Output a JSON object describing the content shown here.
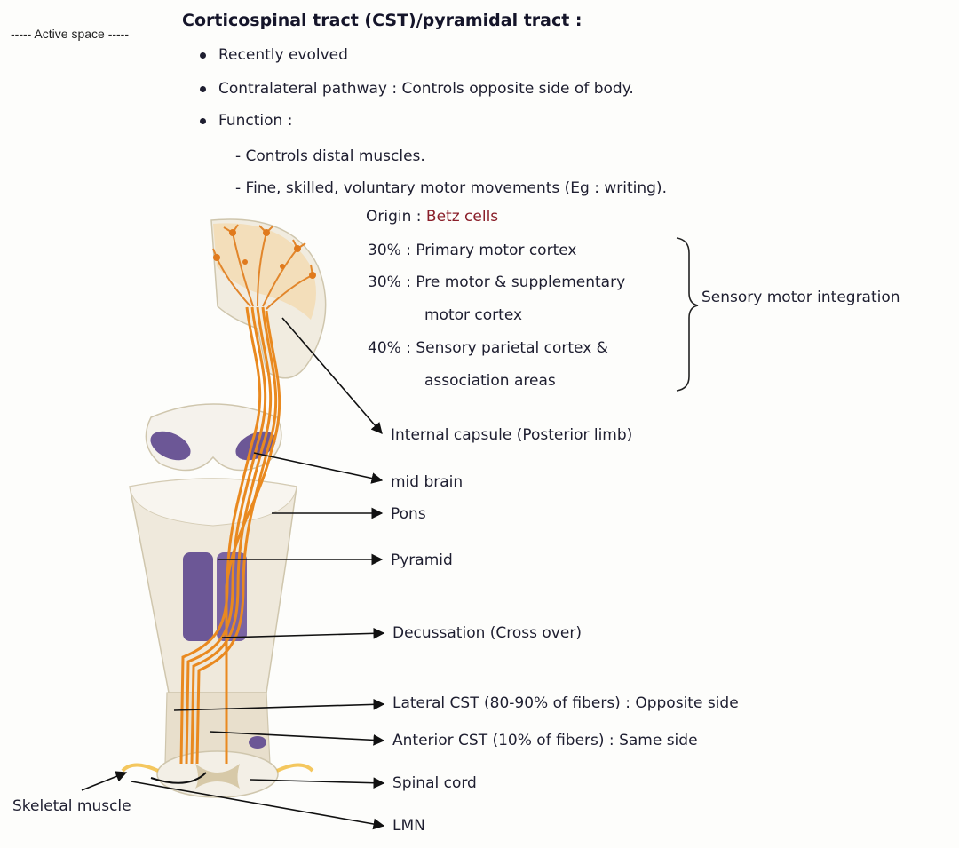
{
  "header": {
    "active_space": "----- Active space -----",
    "title": "Corticospinal tract (CST)/pyramidal tract :"
  },
  "bullets": [
    "Recently evolved",
    "Contralateral pathway : Controls opposite side of body.",
    "Function :"
  ],
  "functions": [
    "- Controls distal muscles.",
    "- Fine, skilled, voluntary motor movements (Eg : writing)."
  ],
  "origin": {
    "label": "Origin : ",
    "value": "Betz cells",
    "rows": [
      "30% : Primary motor cortex",
      "30% : Pre motor & supplementary",
      "motor cortex",
      "40% : Sensory parietal cortex &",
      "association areas"
    ],
    "bracket_label": "Sensory motor integration"
  },
  "labels": {
    "internal_capsule": "Internal capsule (Posterior limb)",
    "mid_brain": "mid brain",
    "pons": "Pons",
    "pyramid": "Pyramid",
    "decussation": "Decussation (Cross over)",
    "lateral_cst": "Lateral CST (80-90% of fibers) : Opposite side",
    "anterior_cst": "Anterior CST (10% of fibers) : Same side",
    "spinal_cord": "Spinal cord",
    "lmn": "LMN",
    "skeletal_muscle": "Skeletal muscle"
  },
  "colors": {
    "fiber": "#e9891f",
    "purple": "#6c5796",
    "tissue": "#f1ece0",
    "text_red": "#8a1f2a"
  }
}
